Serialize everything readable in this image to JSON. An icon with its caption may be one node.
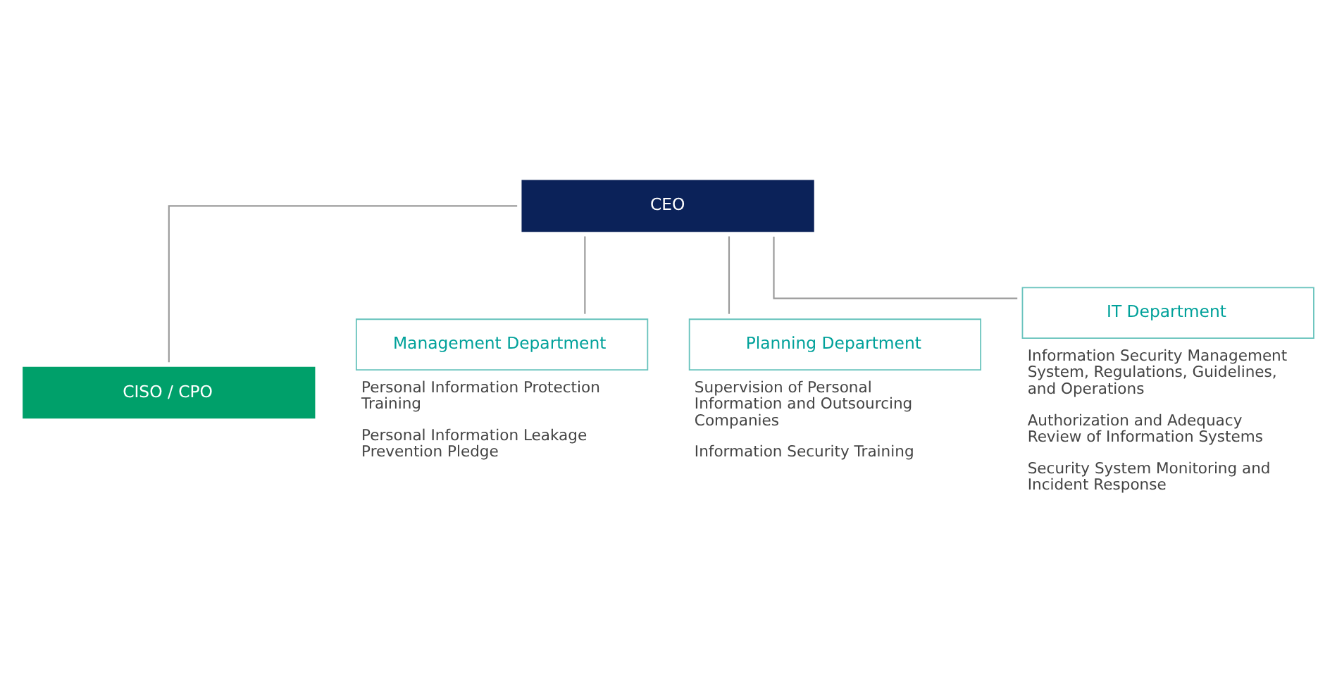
{
  "diagram": {
    "nodes": [
      {
        "text": [
          "CEO"
        ]
      },
      {
        "text": [
          "CISO / CPO"
        ]
      },
      {
        "text": [
          "Management Department"
        ],
        "beside": [
          "Personal Information Protection Training",
          "Personal Information Leakage Prevention Pledge"
        ]
      },
      {
        "text": [
          "Planning Department"
        ],
        "beside": [
          "Supervision of Personal Information and Outsourcing Companies",
          "Information Security Training"
        ]
      },
      {
        "text": [
          "IT Department"
        ],
        "beside": [
          "Information Security Management System, Regulations, Guidelines, and Operations",
          "Authorization and Adequacy Review of Information Systems",
          "Security System Monitoring and Incident Response"
        ]
      }
    ],
    "edges": [
      {
        "from": 0,
        "to": 1,
        "arrow": "none"
      },
      {
        "from": 0,
        "to": 2,
        "arrow": "none"
      },
      {
        "from": 0,
        "to": 3,
        "arrow": "none"
      },
      {
        "from": 0,
        "to": 4,
        "arrow": "none"
      }
    ]
  }
}
